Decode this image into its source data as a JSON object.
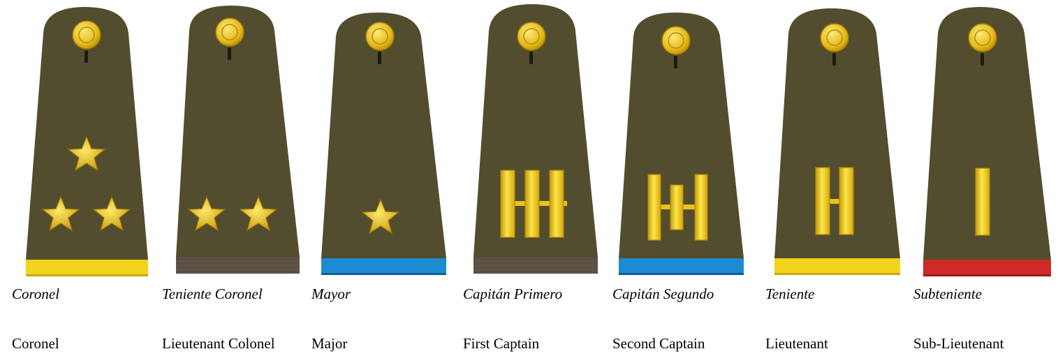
{
  "colors": {
    "board": "#524d2e",
    "gold": "#f1d41b",
    "gold_dark": "#b98a05",
    "brown": "#5b4f43",
    "blue": "#1d8bd1",
    "red": "#cf2a27"
  },
  "ranks": [
    {
      "spanish": "Coronel",
      "english": "Coronel",
      "insignia": "three-stars",
      "stripe": "gold"
    },
    {
      "spanish": "Teniente Coronel",
      "english": "Lieutenant Colonel",
      "insignia": "two-stars",
      "stripe": "brown"
    },
    {
      "spanish": "Mayor",
      "english": "Major",
      "insignia": "one-star",
      "stripe": "blue"
    },
    {
      "spanish": "Capitán Primero",
      "english": "First Captain",
      "insignia": "three-bars",
      "stripe": "brown"
    },
    {
      "spanish": "Capitán Segundo",
      "english": "Second Captain",
      "insignia": "two-bars-and-short-bar",
      "stripe": "blue"
    },
    {
      "spanish": "Teniente",
      "english": "Lieutenant",
      "insignia": "two-bars",
      "stripe": "gold"
    },
    {
      "spanish": "Subteniente",
      "english": "Sub-Lieutenant",
      "insignia": "one-bar",
      "stripe": "red"
    }
  ]
}
